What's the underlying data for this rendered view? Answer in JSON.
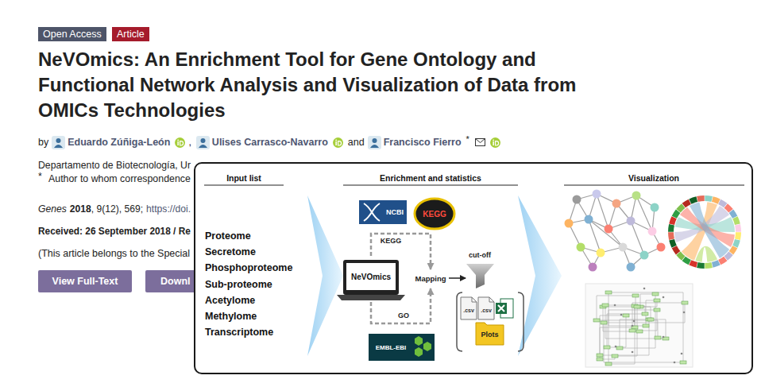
{
  "diagram": {
    "title": "NeVOmics: An Enrichment Tool for Gene Ontology and Functional Network Analysis and Visualization of Data from OMICs Technologies",
    "nodes": [
      {
        "text": [
          "Open Access"
        ]
      },
      {
        "text": [
          "Article"
        ]
      },
      {
        "text": [
          "View Full-Text"
        ]
      },
      {
        "text": [
          "Downl"
        ]
      },
      {
        "text": [
          "Input list",
          "Enrichment and statistics",
          "Visualization"
        ]
      },
      {
        "text": [
          "NCBI"
        ],
        "in": 4
      },
      {
        "text": [
          "KEGG"
        ],
        "in": 4
      },
      {
        "text": [
          "NeVOmics"
        ],
        "in": 4
      },
      {
        "text": [
          ".csv"
        ],
        "in": 4
      },
      {
        "text": [
          ".csv"
        ],
        "in": 4
      },
      {
        "text": [
          "Plots"
        ],
        "in": 4
      },
      {
        "text": [
          "EMBL-EBI"
        ],
        "in": 4
      }
    ],
    "labels": [
      "by",
      "Eduardo Zúñiga-León",
      ",",
      "Ulises Carrasco-Navarro",
      "and",
      "Francisco Fierro",
      "*",
      "Departamento de Biotecnología, Ur",
      "*",
      "Author to whom correspondence",
      "Genes",
      "2018",
      ", 9(12), 569;",
      "https://doi.",
      "Received: 26 September 2018 / Re",
      "(This article belongs to the Special",
      "Proteome",
      "Secretome",
      "Phosphoproteome",
      "Sub-proteome",
      "Acetylome",
      "Methylome",
      "Transcriptome",
      "KEGG",
      "GO",
      "Mapping",
      "cut-off"
    ]
  }
}
